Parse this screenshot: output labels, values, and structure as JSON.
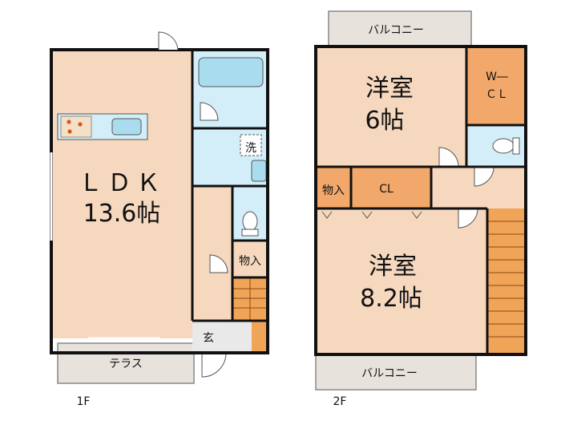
{
  "colors": {
    "room": "#f6d8bf",
    "closet_orange": "#f2a86a",
    "stairs": "#f0a458",
    "wet": "#d3eef8",
    "fixture": "#a9dcee",
    "terrace": "#e7e3dc",
    "entry": "#e9e9e9",
    "wall": "#111111"
  },
  "floor1": {
    "ldk_line1": "ＬＤＫ",
    "ldk_line2": "13.6帖",
    "wash_label": "洗",
    "storage_label": "物入",
    "entry_label": "玄",
    "terrace_label": "テラス",
    "floor_label": "1F"
  },
  "floor2": {
    "balcony_top_label": "バルコニー",
    "room_a_line1": "洋室",
    "room_a_line2": "6帖",
    "wcl_line1": "W―",
    "wcl_line2": "ＣＬ",
    "storage_label": "物入",
    "cl_label": "CL",
    "room_b_line1": "洋室",
    "room_b_line2": "8.2帖",
    "balcony_bottom_label": "バルコニー",
    "floor_label": "2F"
  }
}
